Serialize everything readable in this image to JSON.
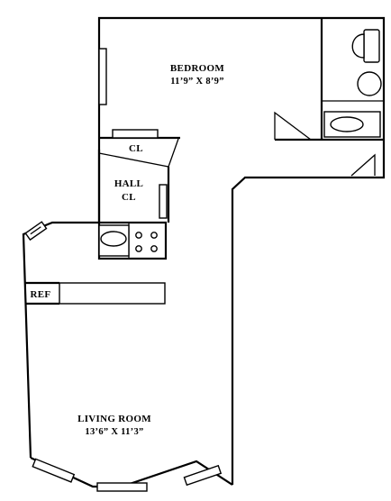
{
  "rooms": {
    "bedroom": {
      "name": "BEDROOM",
      "dimensions": "11’9” X  8’9”"
    },
    "closet": {
      "name": "CL"
    },
    "hall_closet": {
      "name_line1": "HALL",
      "name_line2": "CL"
    },
    "refrigerator": {
      "name": "REF"
    },
    "living_room": {
      "name": "LIVING ROOM",
      "dimensions": "13’6” X 11’3”"
    }
  }
}
